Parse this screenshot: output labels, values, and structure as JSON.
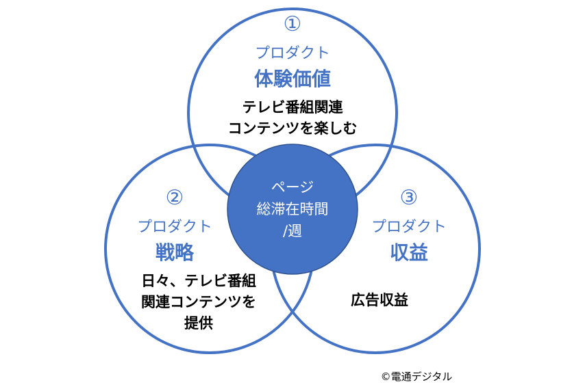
{
  "colors": {
    "accent": "#4472C4",
    "center_fill": "#4472C4",
    "center_border": "#2F528F"
  },
  "top": {
    "number": "①",
    "subtitle": "プロダクト",
    "title": "体験価値",
    "desc": [
      "テレビ番組関連",
      "コンテンツを楽しむ"
    ]
  },
  "left": {
    "number": "②",
    "subtitle": "プロダクト",
    "title": "戦略",
    "desc": [
      "日々、テレビ番組",
      "関連コンテンツを",
      "提供"
    ]
  },
  "right": {
    "number": "③",
    "subtitle": "プロダクト",
    "title": "収益",
    "desc": [
      "広告収益"
    ]
  },
  "center": {
    "lines": [
      "ページ",
      "総滞在時間",
      "/週"
    ]
  },
  "copyright": "©電通デジタル"
}
